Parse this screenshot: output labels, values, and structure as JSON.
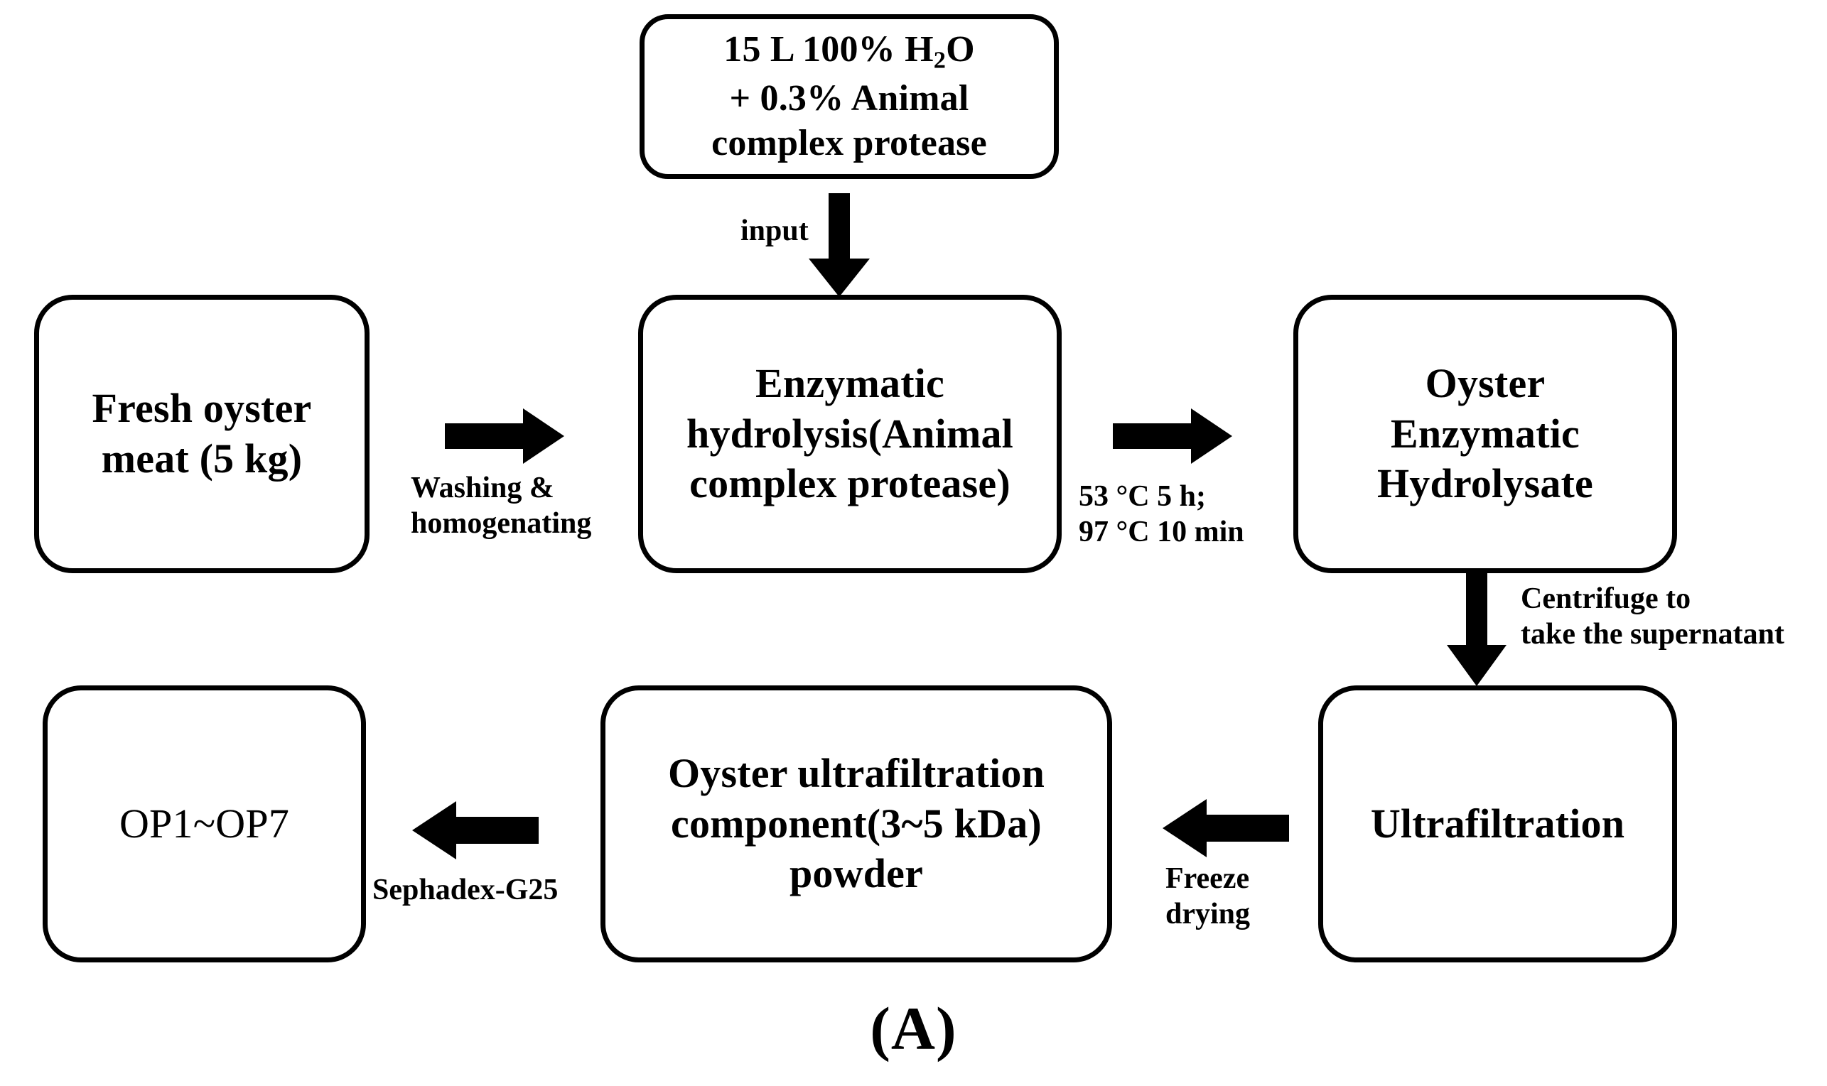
{
  "figure": {
    "caption": "(A)",
    "background_color": "#ffffff",
    "stroke_color": "#000000"
  },
  "nodes": {
    "reagent": {
      "name": "reagent-input-box",
      "line1_prefix": "15 L 100% H",
      "line1_subscript": "2",
      "line1_suffix": "O",
      "line2": "+ 0.3% Animal",
      "line3": "complex protease"
    },
    "fresh_oyster": {
      "name": "fresh-oyster-meat-box",
      "label": "Fresh oyster\nmeat (5 kg)"
    },
    "hydrolysis": {
      "name": "enzymatic-hydrolysis-box",
      "label": "Enzymatic\nhydrolysis(Animal\ncomplex protease)"
    },
    "hydrolysate": {
      "name": "oyster-enzymatic-hydrolysate-box",
      "label": "Oyster\nEnzymatic\nHydrolysate"
    },
    "ultrafiltration": {
      "name": "ultrafiltration-box",
      "label": "Ultrafiltration"
    },
    "powder": {
      "name": "oyster-ultrafiltration-powder-box",
      "label": "Oyster ultrafiltration\ncomponent(3~5 kDa)\npowder"
    },
    "op_fractions": {
      "name": "op-fractions-box",
      "label": "OP1~OP7"
    }
  },
  "edges": {
    "input": {
      "label": "input",
      "direction": "down",
      "icon": "arrow-down-icon"
    },
    "washing": {
      "label": "Washing &\nhomogenating",
      "direction": "right",
      "icon": "arrow-right-icon"
    },
    "temperature": {
      "label": "53 °C 5 h;\n97 °C 10 min",
      "direction": "right",
      "icon": "arrow-right-icon"
    },
    "centrifuge": {
      "label": "Centrifuge to\ntake the supernatant",
      "direction": "down",
      "icon": "arrow-down-icon"
    },
    "freeze_drying": {
      "label": "Freeze\ndrying",
      "direction": "left",
      "icon": "arrow-left-icon"
    },
    "sephadex": {
      "label": "Sephadex-G25",
      "direction": "left",
      "icon": "arrow-left-icon"
    }
  }
}
